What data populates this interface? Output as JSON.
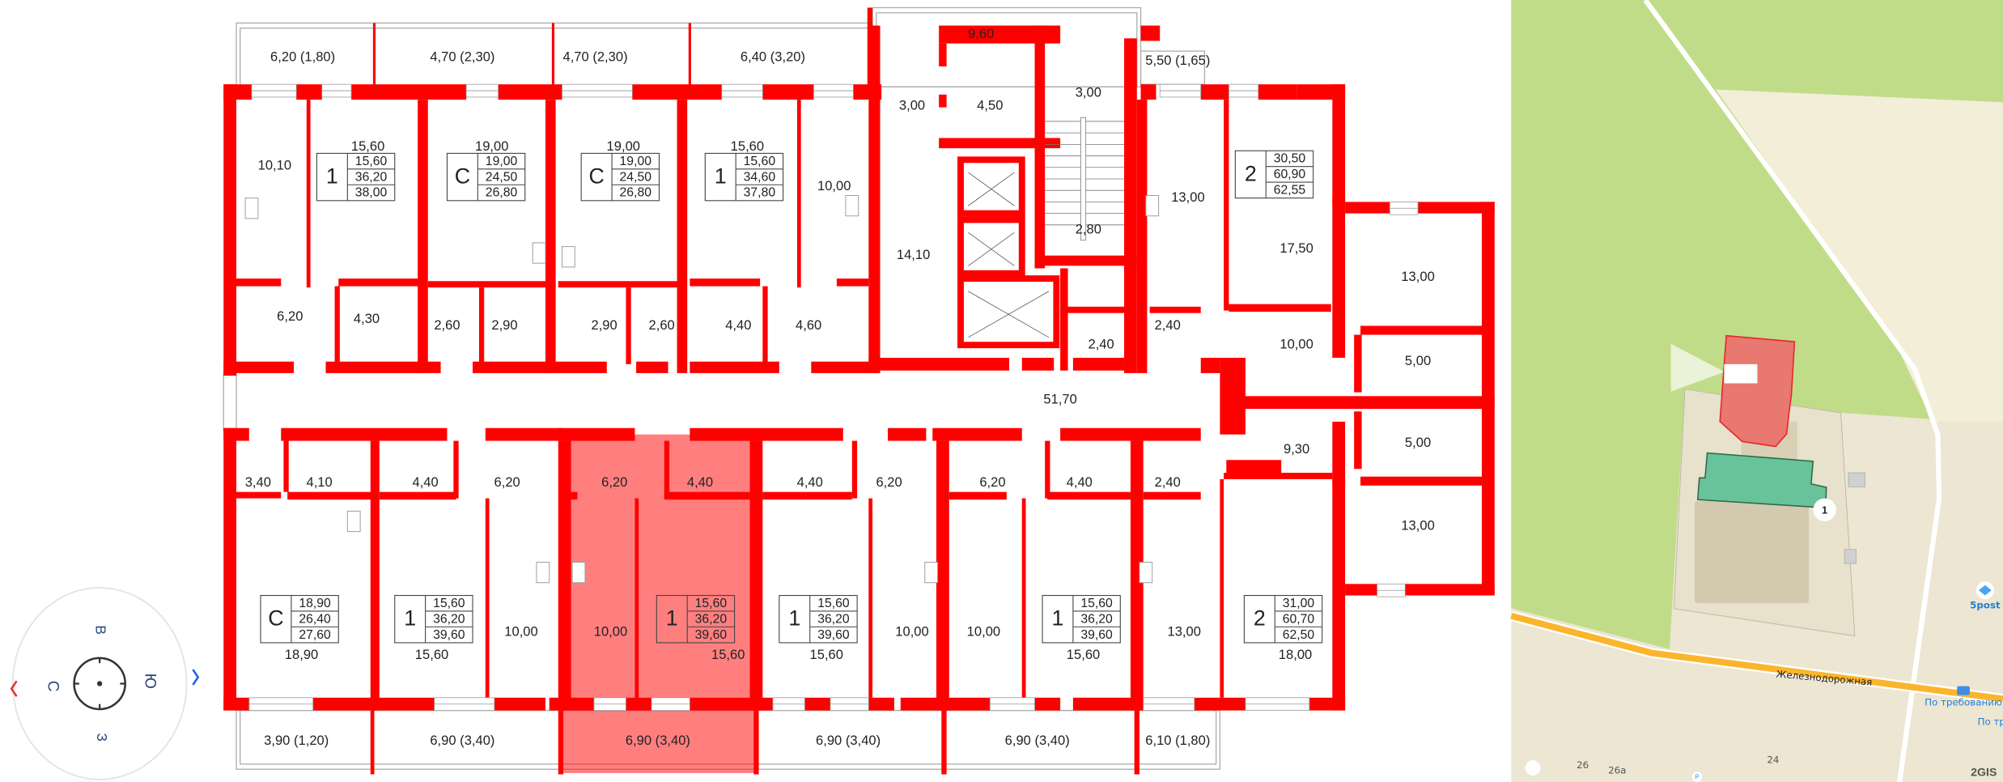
{
  "colors": {
    "wall": "#ff0000",
    "selected": "#ff8080",
    "map_grass": "#c0dc88",
    "map_ground": "#ece6d2",
    "map_road": "#fbb52d",
    "compass_west": "#e8302a",
    "compass_east": "#1a5fe0"
  },
  "balconies_top": [
    "6,20 (1,80)",
    "4,70 (2,30)",
    "4,70 (2,30)",
    "6,40 (3,20)",
    "9,60",
    "5,50 (1,65)"
  ],
  "balconies_bottom": [
    "3,90 (1,20)",
    "6,90 (3,40)",
    "6,90 (3,40)",
    "6,90 (3,40)",
    "6,90 (3,40)",
    "6,10 (1,80)"
  ],
  "rooms_upper": [
    "10,10",
    "15,60",
    "6,20",
    "4,30",
    "19,00",
    "2,60",
    "2,90",
    "19,00",
    "2,90",
    "2,60",
    "15,60",
    "10,00",
    "4,40",
    "4,60",
    "3,00",
    "4,50",
    "3,00",
    "14,10",
    "2,80",
    "2,40",
    "13,00",
    "2,40",
    "17,50",
    "10,00",
    "13,00",
    "5,00",
    "5,00",
    "13,00",
    "51,70",
    "9,30"
  ],
  "rooms_lower": [
    "3,40",
    "4,10",
    "4,40",
    "6,20",
    "6,20",
    "4,40",
    "4,40",
    "6,20",
    "6,20",
    "4,40",
    "2,40",
    "18,90",
    "15,60",
    "10,00",
    "10,00",
    "15,60",
    "15,60",
    "10,00",
    "10,00",
    "15,60",
    "13,00",
    "18,00"
  ],
  "apartments": [
    {
      "type": "1",
      "living": "15,60",
      "total": "36,20",
      "full": "38,00"
    },
    {
      "type": "С",
      "living": "19,00",
      "total": "24,50",
      "full": "26,80"
    },
    {
      "type": "С",
      "living": "19,00",
      "total": "24,50",
      "full": "26,80"
    },
    {
      "type": "1",
      "living": "15,60",
      "total": "34,60",
      "full": "37,80"
    },
    {
      "type": "2",
      "living": "30,50",
      "total": "60,90",
      "full": "62,55"
    },
    {
      "type": "С",
      "living": "18,90",
      "total": "26,40",
      "full": "27,60"
    },
    {
      "type": "1",
      "living": "15,60",
      "total": "36,20",
      "full": "39,60"
    },
    {
      "type": "1",
      "living": "15,60",
      "total": "36,20",
      "full": "39,60",
      "selected": true
    },
    {
      "type": "1",
      "living": "15,60",
      "total": "36,20",
      "full": "39,60"
    },
    {
      "type": "1",
      "living": "15,60",
      "total": "36,20",
      "full": "39,60"
    },
    {
      "type": "2",
      "living": "31,00",
      "total": "60,70",
      "full": "62,50"
    }
  ],
  "compass": {
    "north": "С",
    "east": "В",
    "south": "Ю",
    "west": "З",
    "rotate_left_icon": "chevron-left-icon",
    "rotate_right_icon": "chevron-right-icon"
  },
  "map": {
    "street": "Железнодорожная",
    "building_marker": "1",
    "poi": "5post",
    "bus_stop": "По требованию",
    "bus_stop_2": "По тр",
    "house_26": "26",
    "house_26a": "26а",
    "house_24": "24",
    "parking": "P",
    "logo": "2GIS"
  }
}
